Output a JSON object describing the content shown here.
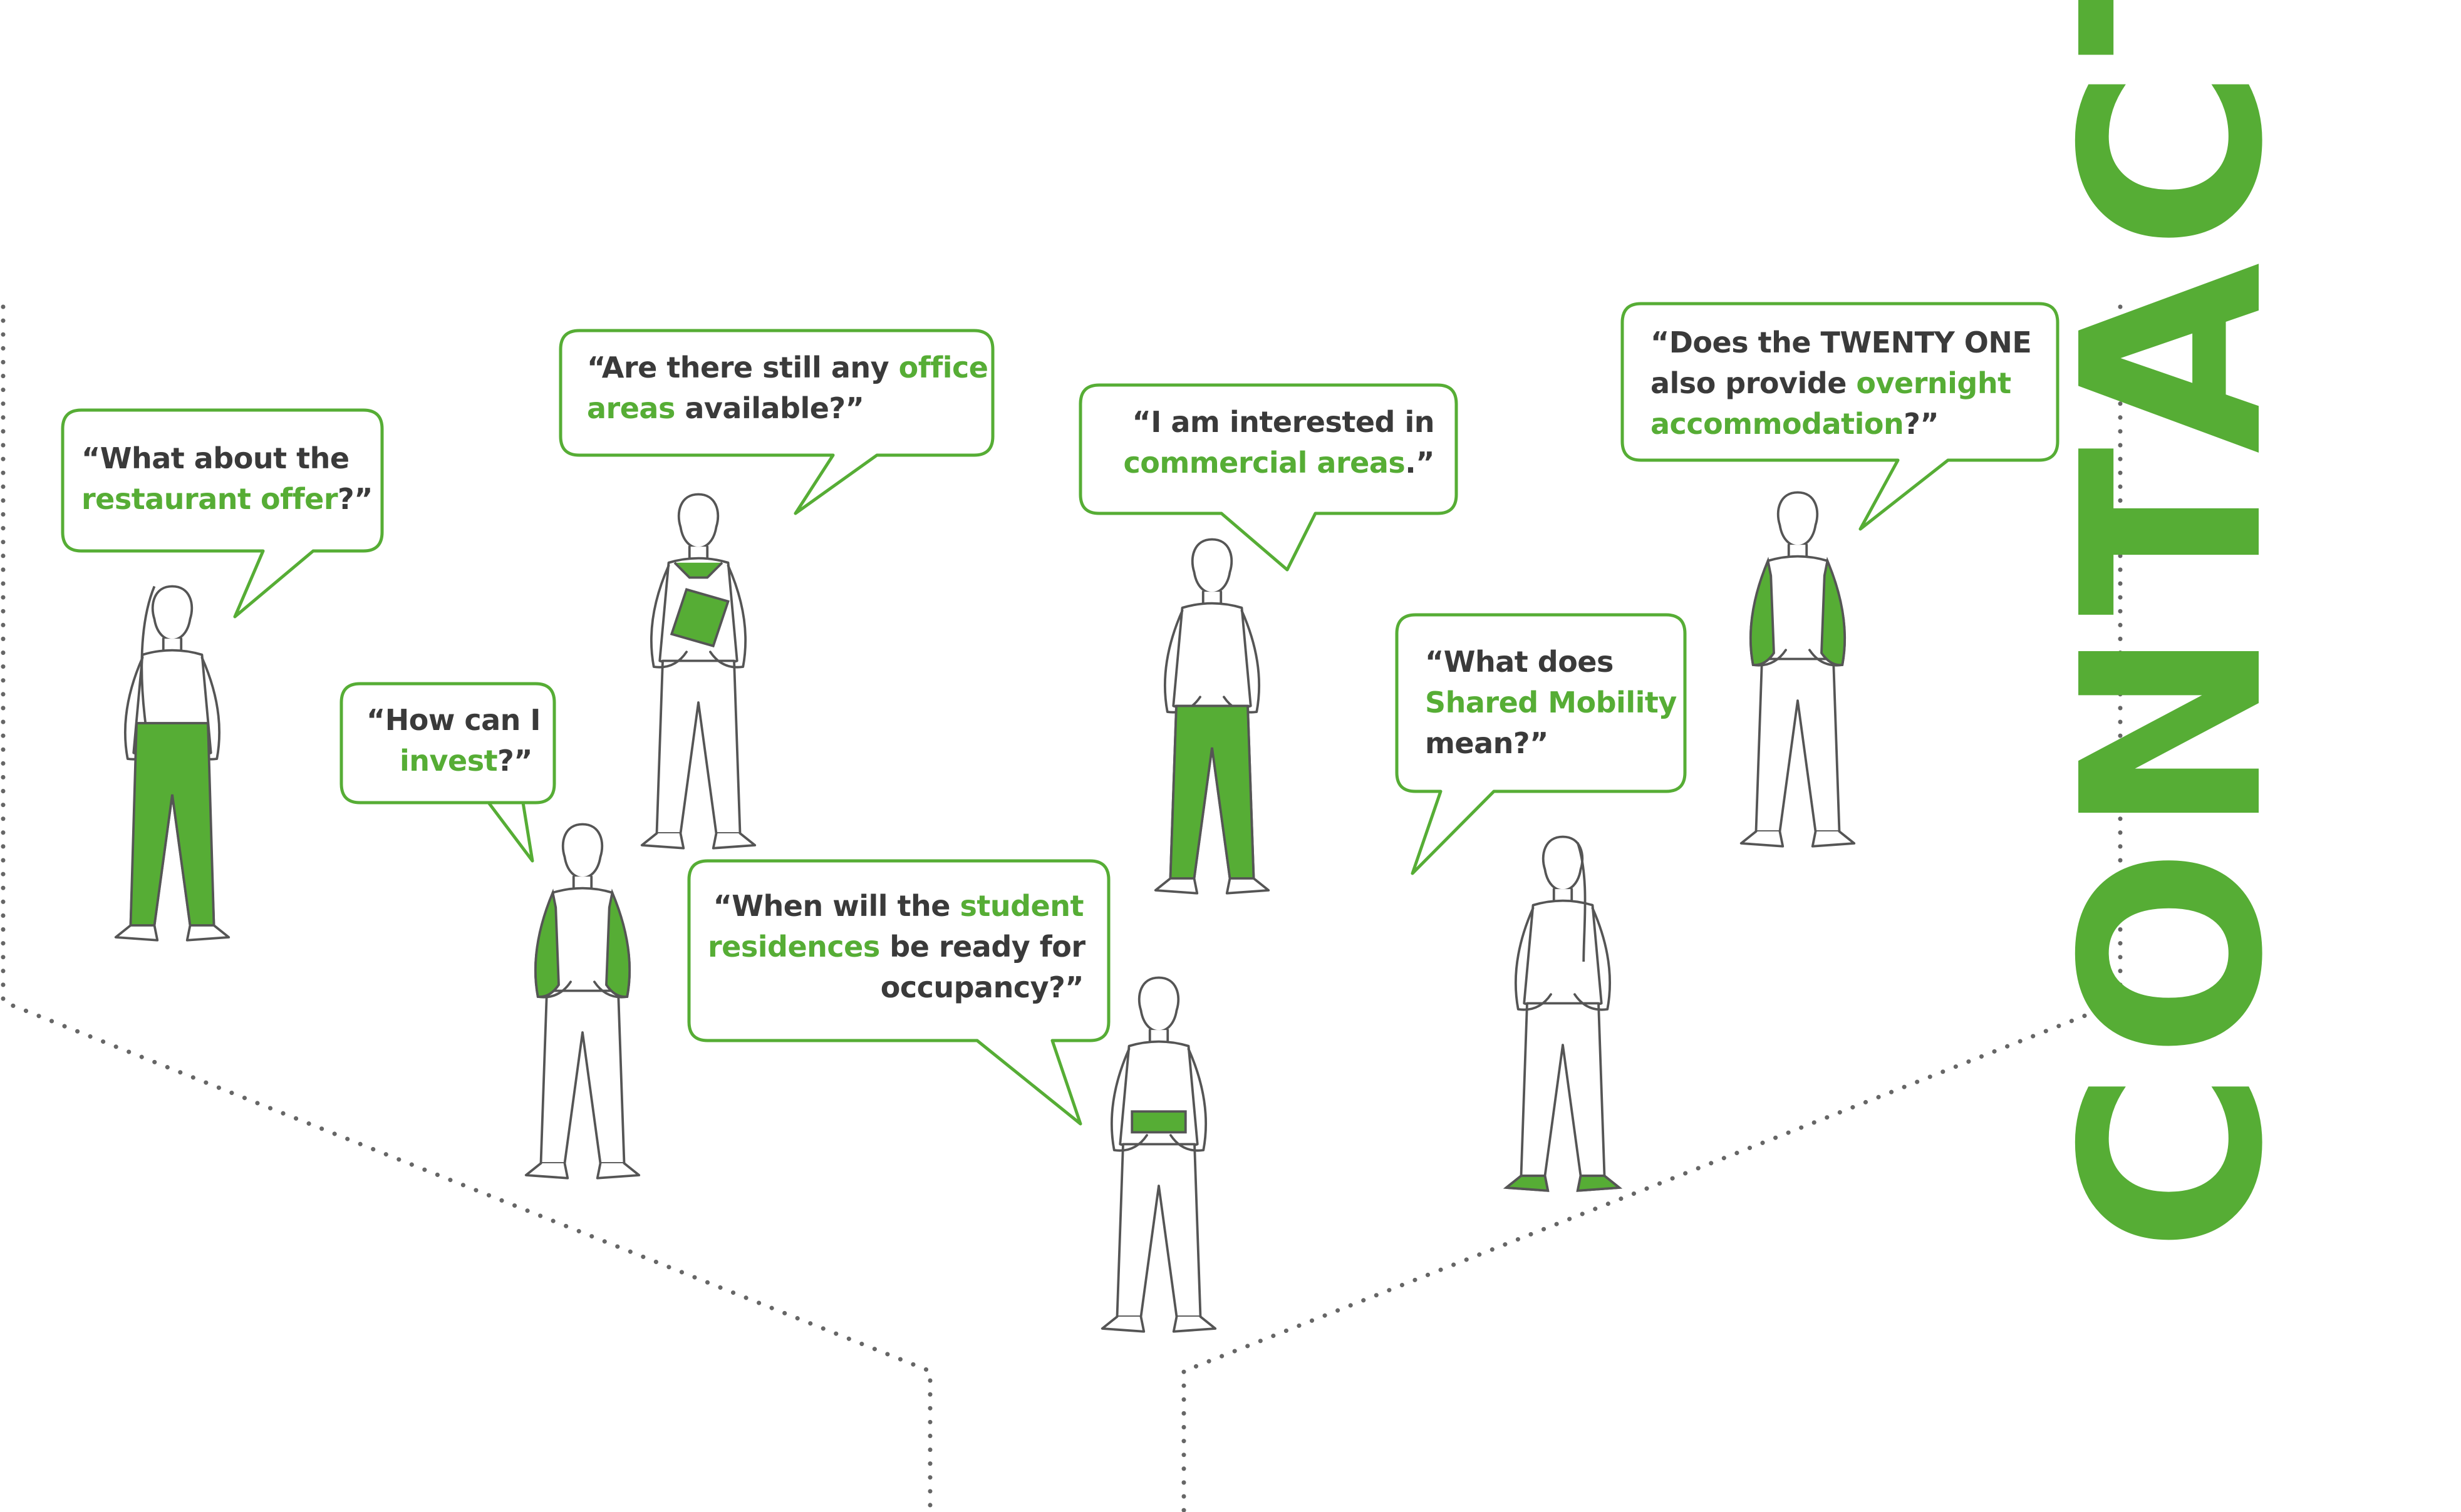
{
  "colors": {
    "accent": "#56ad35",
    "text": "#3a3a3a",
    "outline": "#555555",
    "dots": "#666666"
  },
  "heading": "CONTACT",
  "bubbles": [
    {
      "id": "restaurant",
      "lines": [
        [
          {
            "t": "“What about the"
          }
        ],
        [
          {
            "t": "restaurant offer",
            "g": true
          },
          {
            "t": "?”"
          }
        ]
      ]
    },
    {
      "id": "office",
      "lines": [
        [
          {
            "t": "“Are there still any "
          },
          {
            "t": "office",
            "g": true
          }
        ],
        [
          {
            "t": "areas",
            "g": true
          },
          {
            "t": " available?”"
          }
        ]
      ]
    },
    {
      "id": "invest",
      "lines": [
        [
          {
            "t": "“How can I"
          }
        ],
        [
          {
            "t": "invest",
            "g": true
          },
          {
            "t": "?”"
          }
        ]
      ]
    },
    {
      "id": "commercial",
      "lines": [
        [
          {
            "t": "“I am interested in"
          }
        ],
        [
          {
            "t": "commercial areas",
            "g": true
          },
          {
            "t": ".”"
          }
        ]
      ]
    },
    {
      "id": "student",
      "lines": [
        [
          {
            "t": "“When will the "
          },
          {
            "t": "student",
            "g": true
          }
        ],
        [
          {
            "t": "residences",
            "g": true
          },
          {
            "t": " be ready for"
          }
        ],
        [
          {
            "t": "occupancy?”"
          }
        ]
      ]
    },
    {
      "id": "mobility",
      "lines": [
        [
          {
            "t": "“What does"
          }
        ],
        [
          {
            "t": "Shared Mobility",
            "g": true
          }
        ],
        [
          {
            "t": "mean?”"
          }
        ]
      ]
    },
    {
      "id": "overnight",
      "lines": [
        [
          {
            "t": "“Does the TWENTY ONE"
          }
        ],
        [
          {
            "t": "also provide "
          },
          {
            "t": "overnight",
            "g": true
          }
        ],
        [
          {
            "t": "accommodation",
            "g": true
          },
          {
            "t": "?”"
          }
        ]
      ]
    }
  ]
}
